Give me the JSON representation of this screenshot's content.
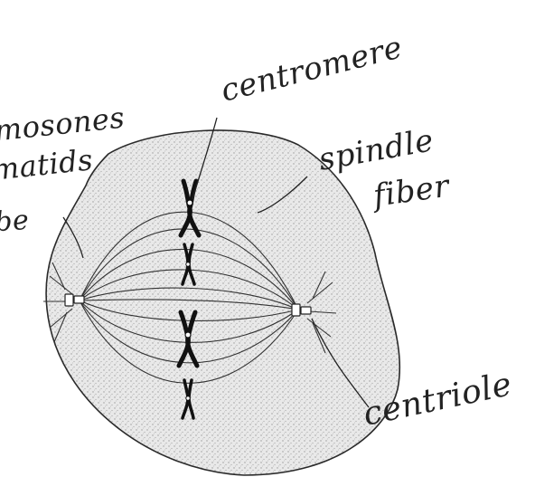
{
  "labels": {
    "centromere": "centromere",
    "spindle_line1": "spindle",
    "spindle_line2": "fiber",
    "centriole": "centriole",
    "chromosomes_partial": "mosones",
    "chromatids_partial": "matids",
    "edge_partial": "be"
  }
}
